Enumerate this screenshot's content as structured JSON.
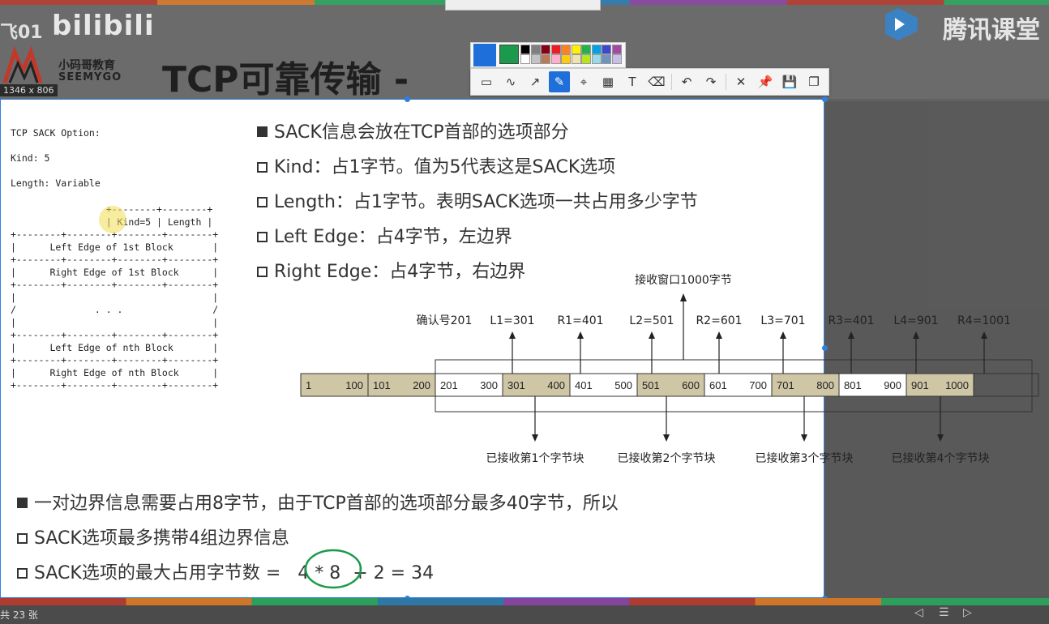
{
  "header": {
    "bili_id": "飞01",
    "bili_logo": "bilibili",
    "logo_cn": "小码哥教育",
    "logo_en": "SEEMYGO",
    "slide_title": "TCP可靠传输 - ",
    "dimension_label": "1346 x 806",
    "tencent_label": "腾讯课堂"
  },
  "annotation_toolbar": {
    "tools": [
      "rectangle",
      "curve",
      "arrow",
      "pen",
      "marker",
      "mosaic",
      "text",
      "eraser",
      "undo",
      "redo",
      "close",
      "pin",
      "save",
      "copy"
    ],
    "active_tool": "pen",
    "selected_color": "#1a9a4a",
    "palette": [
      "#000000",
      "#7f7f7f",
      "#880015",
      "#ed1c24",
      "#ff7f27",
      "#fff200",
      "#22b14c",
      "#00a2e8",
      "#3f48cc",
      "#a349a4",
      "#ffffff",
      "#c3c3c3",
      "#b97a57",
      "#ffaec9",
      "#ffc90e",
      "#efe4b0",
      "#b5e61d",
      "#99d9ea",
      "#7092be",
      "#c8bfe7"
    ]
  },
  "slide": {
    "option_lines": [
      "TCP SACK Option:",
      "Kind: 5",
      "Length: Variable"
    ],
    "ascii_rows": [
      "                 +--------+--------+",
      "                 | Kind=5 | Length |",
      "+--------+--------+--------+--------+",
      "|      Left Edge of 1st Block       |",
      "+--------+--------+--------+--------+",
      "|      Right Edge of 1st Block      |",
      "+--------+--------+--------+--------+",
      "|                                   |",
      "/              . . .                /",
      "|                                   |",
      "+--------+--------+--------+--------+",
      "|      Left Edge of nth Block       |",
      "+--------+--------+--------+--------+",
      "|      Right Edge of nth Block      |",
      "+--------+--------+--------+--------+"
    ],
    "bullets": [
      {
        "marker": "filled",
        "text": "SACK信息会放在TCP首部的选项部分"
      },
      {
        "marker": "box",
        "text": "Kind：占1字节。值为5代表这是SACK选项"
      },
      {
        "marker": "box",
        "text": "Length：占1字节。表明SACK选项一共占用多少字节"
      },
      {
        "marker": "box",
        "text": "Left Edge：占4字节，左边界"
      },
      {
        "marker": "box",
        "text": "Right Edge：占4字节，右边界"
      }
    ],
    "diagram": {
      "window_label": "接收窗口1000字节",
      "top_labels": [
        "确认号201",
        "L1=301",
        "R1=401",
        "L2=501",
        "R2=601",
        "L3=701",
        "R3=401",
        "L4=901",
        "R4=1001"
      ],
      "segments": [
        {
          "start": "1",
          "end": "100",
          "received": true
        },
        {
          "start": "101",
          "end": "200",
          "received": true
        },
        {
          "start": "201",
          "end": "300",
          "received": false
        },
        {
          "start": "301",
          "end": "400",
          "received": true
        },
        {
          "start": "401",
          "end": "500",
          "received": false
        },
        {
          "start": "501",
          "end": "600",
          "received": true
        },
        {
          "start": "601",
          "end": "700",
          "received": false
        },
        {
          "start": "701",
          "end": "800",
          "received": true
        },
        {
          "start": "801",
          "end": "900",
          "received": false
        },
        {
          "start": "901",
          "end": "1000",
          "received": true
        }
      ],
      "bottom_labels": [
        "已接收第1个字节块",
        "已接收第2个字节块",
        "已接收第3个字节块",
        "已接收第4个字节块"
      ]
    },
    "bottom_bullets": [
      {
        "marker": "filled",
        "text": "一对边界信息需要占用8字节，由于TCP首部的选项部分最多40字节，所以"
      },
      {
        "marker": "box",
        "text": "SACK选项最多携带4组边界信息"
      }
    ],
    "formula": {
      "prefix": "SACK选项的最大占用字节数 =",
      "circled": "4 * 8",
      "suffix": "+ 2 = 34"
    }
  },
  "footer": {
    "page_count": "共 23 张"
  }
}
